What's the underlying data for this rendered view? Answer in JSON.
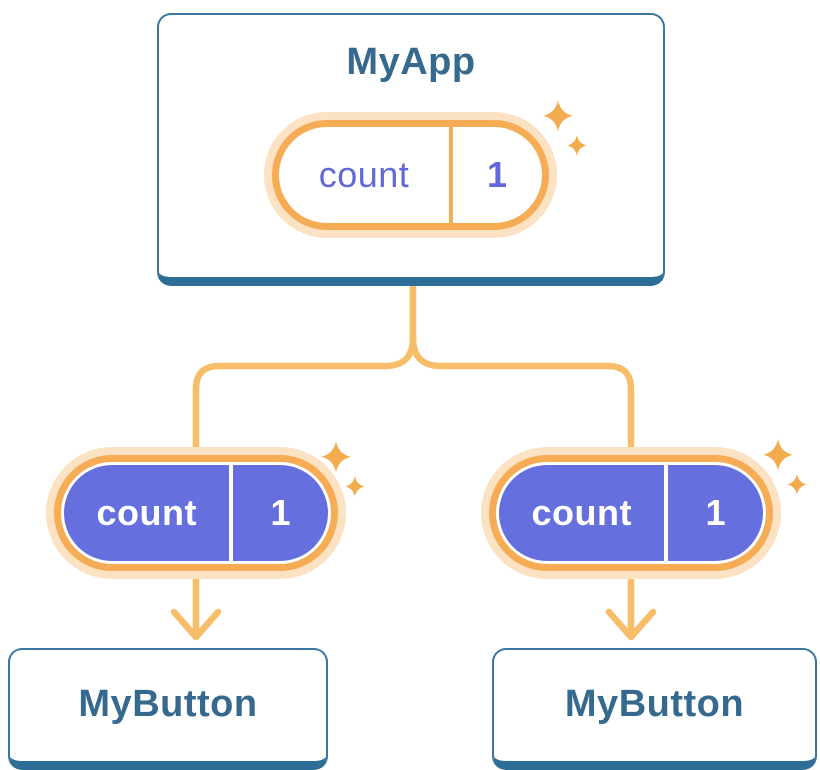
{
  "colors": {
    "canvas-bg": "#FFFFFF",
    "card-border": "#3B76A0",
    "card-shadow": "#2D6E96",
    "heading-text": "#35698E",
    "connector-orange": "#F8BD68",
    "ring": "#F5AC55",
    "glow": "#FBE2C2",
    "pill-purple": "#6570DE",
    "pill-text-purple": "#6269D6",
    "sparkle": "#F2AC4E"
  },
  "tree": {
    "root": {
      "title": "MyApp",
      "state_pill": {
        "label": "count",
        "value": "1"
      }
    },
    "children": [
      {
        "title": "MyButton",
        "pill": {
          "label": "count",
          "value": "1"
        }
      },
      {
        "title": "MyButton",
        "pill": {
          "label": "count",
          "value": "1"
        }
      }
    ]
  }
}
